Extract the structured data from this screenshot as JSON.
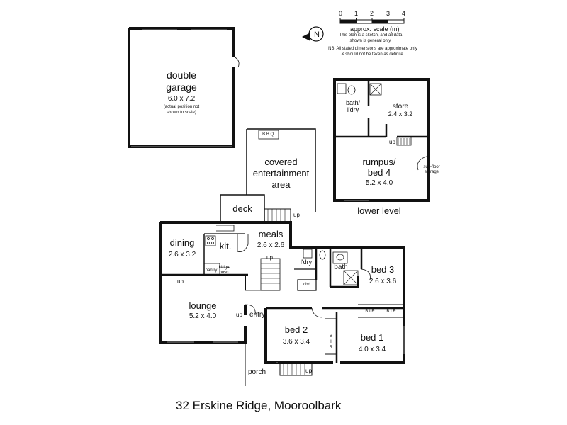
{
  "title": "32 Erskine Ridge, Mooroolbark",
  "scale": {
    "ticks": [
      "0",
      "1",
      "2",
      "3",
      "4"
    ],
    "label": "approx. scale (m)",
    "north_icon": "north-arrow-icon",
    "note1": "This plan is a sketch, and all data shown is general only.",
    "note2": "NB: All stated dimensions are approximate only & should not be taken as definite."
  },
  "garage": {
    "name_line1": "double",
    "name_line2": "garage",
    "dims": "6.0 x 7.2",
    "note_line1": "(actual position not",
    "note_line2": "shown to scale)"
  },
  "lower_level": {
    "label": "lower level",
    "bath": "bath/",
    "bath2": "l'dry",
    "store": "store",
    "store_dims": "2.4 x 3.2",
    "rumpus": "rumpus/",
    "rumpus2": "bed 4",
    "rumpus_dims": "5.2 x 4.0",
    "subfloor1": "sub-floor",
    "subfloor2": "storage",
    "up": "up"
  },
  "upper": {
    "bbq": "B.B.Q.",
    "covered1": "covered",
    "covered2": "entertainment",
    "covered3": "area",
    "deck": "deck",
    "meals": "meals",
    "meals_dims": "2.6 x 2.6",
    "kit": "kit.",
    "dining": "dining",
    "dining_dims": "2.6 x 3.2",
    "pantry": "pantry",
    "fridge1": "fridge",
    "fridge2": "posn",
    "ldry": "l'dry",
    "cbd": "cbd",
    "bath": "bath",
    "bed3": "bed 3",
    "bed3_dims": "2.6 x 3.6",
    "lounge": "lounge",
    "lounge_dims": "5.2 x 4.0",
    "entry": "entry",
    "bed2": "bed 2",
    "bed2_dims": "3.6 x 3.4",
    "bed1": "bed 1",
    "bed1_dims": "4.0 x 3.4",
    "bir": "B.I.R",
    "bir_v1": "B",
    "bir_v2": "I",
    "bir_v3": "R",
    "porch": "porch",
    "up": "up"
  }
}
